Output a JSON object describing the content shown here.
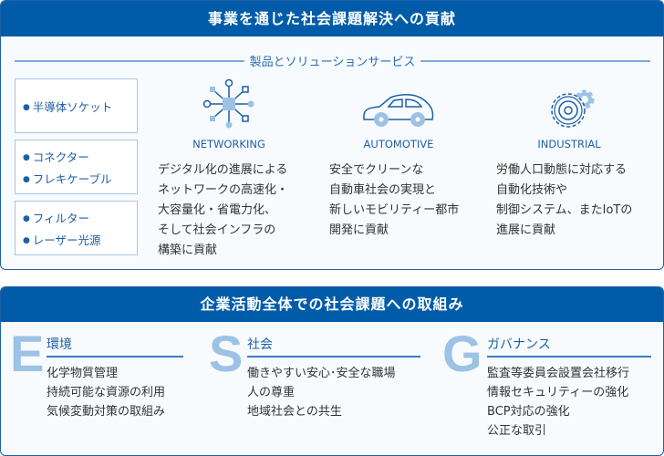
{
  "section1": {
    "title": "事業を通じた社会課題解決への貢献",
    "subtitle": "製品とソリューションサービス",
    "product_boxes": [
      [
        "半導体ソケット"
      ],
      [
        "コネクター",
        "フレキケーブル"
      ],
      [
        "フィルター",
        "レーザー光源"
      ]
    ],
    "fields": [
      {
        "label": "NETWORKING",
        "icon": "network-icon",
        "lines": [
          "デジタル化の進展による",
          "ネットワークの高速化・",
          "大容量化・省電力化、",
          "そして社会インフラの",
          "構築に貢献"
        ]
      },
      {
        "label": "AUTOMOTIVE",
        "icon": "car-icon",
        "lines": [
          "安全でクリーンな",
          "自動車社会の実現と",
          "新しいモビリティー都市",
          "開発に貢献"
        ]
      },
      {
        "label": "INDUSTRIAL",
        "icon": "gear-icon",
        "lines": [
          "労働人口動態に対応する",
          "自動化技術や",
          "制御システム、またIoTの",
          "進展に貢献"
        ]
      }
    ]
  },
  "section2": {
    "title": "企業活動全体での社会課題への取組み",
    "pillars": [
      {
        "letter": "E",
        "title": "環境",
        "items": [
          "化学物質管理",
          "持続可能な資源の利用",
          "気候変動対策の取組み"
        ]
      },
      {
        "letter": "S",
        "title": "社会",
        "items": [
          "働きやすい安心･安全な職場",
          "人の尊重",
          "地域社会との共生"
        ]
      },
      {
        "letter": "G",
        "title": "ガバナンス",
        "items": [
          "監査等委員会設置会社移行",
          "情報セキュリティーの強化",
          "BCP対応の強化",
          "公正な取引"
        ]
      }
    ]
  },
  "colors": {
    "primary": "#005ca8",
    "accent": "#9cc2e6"
  }
}
